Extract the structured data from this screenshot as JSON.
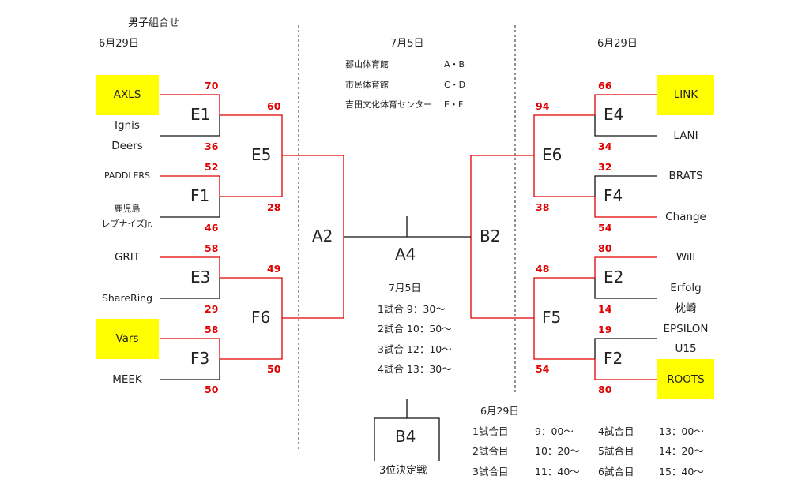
{
  "header": {
    "title": "男子組合せ",
    "date_left": "6月29日",
    "date_center": "7月5日",
    "date_right": "6月29日"
  },
  "venues": [
    {
      "name": "郡山体育館",
      "courts": "A・B"
    },
    {
      "name": "市民体育館",
      "courts": "C・D"
    },
    {
      "name": "吉田文化体育センター",
      "courts": "E・F"
    }
  ],
  "teams": {
    "axls": "AXLS",
    "ignis": "Ignis",
    "deers": "Deers",
    "paddlers": "PADDLERS",
    "kagoshima_l1": "鹿児島",
    "kagoshima_l2": "レブナイズJr.",
    "grit": "GRIT",
    "sharering": "ShareRing",
    "vars": "Vars",
    "meek": "MEEK",
    "link": "LINK",
    "lani": "LANI",
    "brats": "BRATS",
    "change": "Change",
    "will": "Will",
    "erfolg": "Erfolg",
    "makurazaki": "枕崎",
    "epsilon": "EPSILON",
    "u15": "U15",
    "roots": "ROOTS"
  },
  "matches": {
    "E1": "E1",
    "F1": "F1",
    "E3": "E3",
    "F3": "F3",
    "E5": "E5",
    "F6": "F6",
    "A2": "A2",
    "A4": "A4",
    "B2": "B2",
    "E6": "E6",
    "F5": "F5",
    "E4": "E4",
    "F4": "F4",
    "E2": "E2",
    "F2": "F2",
    "B4": "B4"
  },
  "scores": {
    "axls": "70",
    "deers": "36",
    "paddlers": "52",
    "kagoshima": "46",
    "grit": "58",
    "sharering": "29",
    "vars": "58",
    "meek": "50",
    "e5_top": "60",
    "e5_bottom": "28",
    "f6_top": "49",
    "f6_bottom": "50",
    "link": "66",
    "lani": "34",
    "brats": "32",
    "change": "54",
    "will": "80",
    "makurazaki": "14",
    "epsilon": "19",
    "roots": "80",
    "e6_top": "94",
    "e6_bottom": "38",
    "f5_top": "48",
    "f5_bottom": "54"
  },
  "final_schedule": {
    "date": "7月5日",
    "rows": [
      "1試合 9：30～",
      "2試合 10：50～",
      "3試合 12：10～",
      "4試合 13：30～"
    ]
  },
  "third_place_label": "3位決定戦",
  "day1_schedule": {
    "date": "6月29日",
    "rows": [
      {
        "game": "1試合目",
        "time": "9：00～",
        "game2": "4試合目",
        "time2": "13：00～"
      },
      {
        "game": "2試合目",
        "time": "10：20～",
        "game2": "5試合目",
        "time2": "14：20～"
      },
      {
        "game": "3試合目",
        "time": "11：40～",
        "game2": "6試合目",
        "time2": "15：40～"
      }
    ]
  },
  "colors": {
    "winner_line": "#e00000",
    "loser_line": "#111111",
    "highlight": "#ffff00",
    "score_text": "#e00000"
  }
}
